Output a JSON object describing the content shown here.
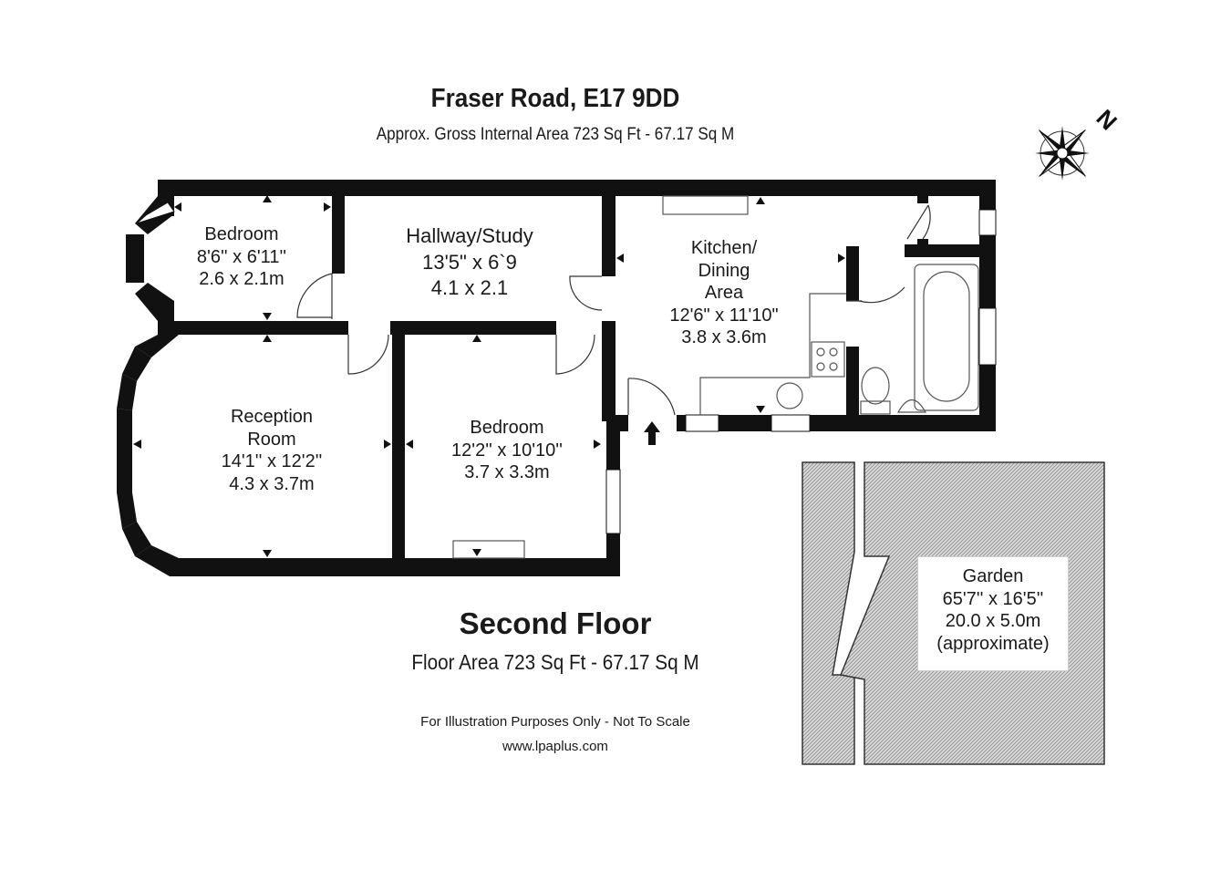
{
  "header": {
    "title": "Fraser Road, E17 9DD",
    "subtitle": "Approx. Gross Internal Area 723 Sq Ft - 67.17 Sq M"
  },
  "floor": {
    "name": "Second Floor",
    "area": "Floor Area 723 Sq Ft - 67.17 Sq M"
  },
  "footer": {
    "disclaimer": "For Illustration Purposes Only - Not To Scale",
    "website": "www.lpaplus.com"
  },
  "compass": {
    "label": "N"
  },
  "rooms": {
    "bedroom_small": {
      "name": "Bedroom",
      "imperial": "8'6'' x 6'11''",
      "metric": "2.6 x 2.1m"
    },
    "hallway": {
      "name": "Hallway/Study",
      "imperial": "13'5\" x 6`9",
      "metric": "4.1 x 2.1"
    },
    "kitchen": {
      "name_line1": "Kitchen/",
      "name_line2": "Dining",
      "name_line3": "Area",
      "imperial": "12'6\" x 11'10\"",
      "metric": "3.8 x 3.6m"
    },
    "reception": {
      "name_line1": "Reception",
      "name_line2": "Room",
      "imperial": "14'1'' x 12'2''",
      "metric": "4.3 x 3.7m"
    },
    "bedroom_large": {
      "name": "Bedroom",
      "imperial": "12'2'' x 10'10''",
      "metric": "3.7 x 3.3m"
    },
    "garden": {
      "name": "Garden",
      "imperial": "65'7'' x 16'5''",
      "metric": "20.0 x 5.0m",
      "note": "(approximate)"
    }
  },
  "colors": {
    "wall": "#111111",
    "hatch": "#8a8a8a",
    "text": "#1a1a1a"
  }
}
